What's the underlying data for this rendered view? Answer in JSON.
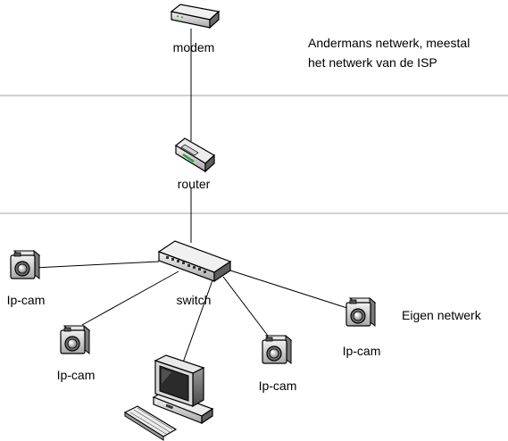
{
  "nodes": {
    "modem": {
      "label": "modem",
      "icon": "modem-icon"
    },
    "router": {
      "label": "router",
      "icon": "router-icon"
    },
    "switch": {
      "label": "switch",
      "icon": "switch-icon"
    },
    "computer": {
      "label": "",
      "icon": "desktop-computer-icon"
    },
    "cameras": [
      {
        "label": "Ip-cam",
        "icon": "camera-icon"
      },
      {
        "label": "Ip-cam",
        "icon": "camera-icon"
      },
      {
        "label": "Ip-cam",
        "icon": "camera-icon"
      },
      {
        "label": "Ip-cam",
        "icon": "camera-icon"
      }
    ]
  },
  "zones": {
    "isp_line1": "Andermans netwerk, meestal",
    "isp_line2": "het netwerk van de ISP",
    "own": "Eigen netwerk"
  },
  "colors": {
    "divider": "#a0a0a0",
    "line": "#000000",
    "router_led": "#2e9e3a"
  }
}
